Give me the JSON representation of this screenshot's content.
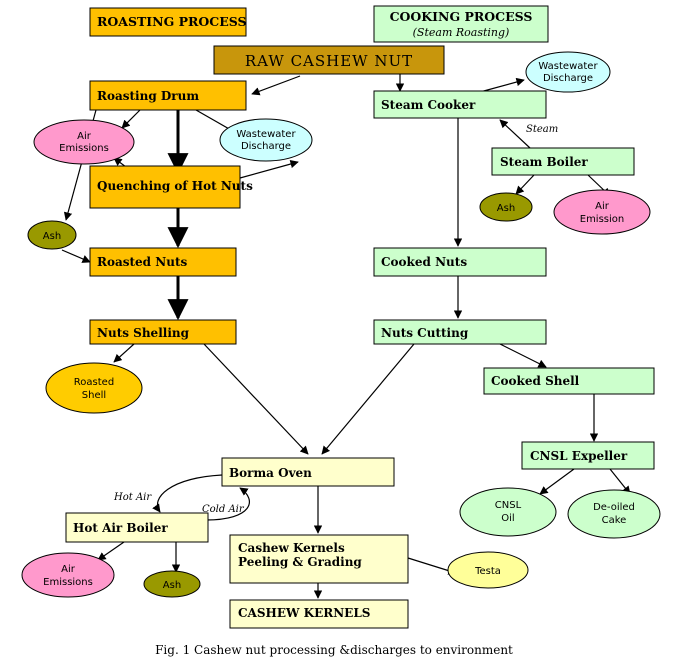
{
  "headers": {
    "roasting": "ROASTING PROCESS",
    "cooking": "COOKING PROCESS",
    "cooking_sub": "(Steam Roasting)"
  },
  "raw": "RAW CASHEW NUT",
  "boxes": {
    "roasting_drum": "Roasting Drum",
    "quenching": "Quenching of Hot Nuts",
    "roasted_nuts": "Roasted Nuts",
    "nuts_shelling": "Nuts Shelling",
    "steam_cooker": "Steam Cooker",
    "steam_boiler": "Steam Boiler",
    "cooked_nuts": "Cooked Nuts",
    "nuts_cutting": "Nuts Cutting",
    "cooked_shell": "Cooked Shell",
    "cnsl_expeller": "CNSL Expeller",
    "borma_oven": "Borma Oven",
    "hot_air_boiler": "Hot Air Boiler",
    "peeling_line1": "Cashew Kernels",
    "peeling_line2": "Peeling  & Grading",
    "cashew_kernels": "CASHEW KERNELS"
  },
  "ellipses": {
    "air_em1_l1": "Air",
    "air_em1_l2": "Emissions",
    "ww1_l1": "Wastewater",
    "ww1_l2": "Discharge",
    "ash1": "Ash",
    "roasted_shell_l1": "Roasted",
    "roasted_shell_l2": "Shell",
    "ww2_l1": "Wastewater",
    "ww2_l2": "Discharge",
    "ash2": "Ash",
    "air_em2_l1": "Air",
    "air_em2_l2": "Emission",
    "cnsl_oil_l1": "CNSL",
    "cnsl_oil_l2": "Oil",
    "deoiled_l1": "De-oiled",
    "deoiled_l2": "Cake",
    "air_em3_l1": "Air",
    "air_em3_l2": "Emissions",
    "ash3": "Ash",
    "testa": "Testa"
  },
  "labels": {
    "steam": "Steam",
    "hot_air": "Hot Air",
    "cold_air": "Cold Air"
  },
  "caption": "Fig. 1 Cashew nut processing &discharges to environment",
  "colors": {
    "orange": "#ffc000",
    "green_box": "#ccffcc",
    "raw": "#c8960c",
    "yellow_box": "#ffffcc",
    "pink": "#ff99cc",
    "light_blue": "#ccffff",
    "olive": "#999900",
    "ellipse_orange": "#ffcc00",
    "ellipse_green": "#ccffcc",
    "ellipse_yellow": "#ffff99"
  }
}
